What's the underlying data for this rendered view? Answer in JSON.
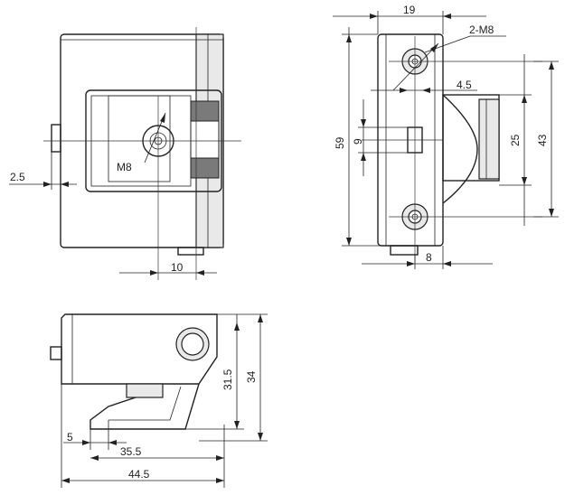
{
  "dimensions": {
    "front_screw": "M8",
    "front_offset": "2.5",
    "front_width": "10",
    "side_width": "19",
    "side_screws": "2-M8",
    "side_gap": "4.5",
    "side_height_total": "59",
    "side_slot": "9",
    "side_h25": "25",
    "side_h43": "43",
    "side_bottom": "8",
    "bottom_h31_5": "31.5",
    "bottom_h34": "34",
    "bottom_5": "5",
    "bottom_35_5": "35.5",
    "bottom_44_5": "44.5"
  }
}
